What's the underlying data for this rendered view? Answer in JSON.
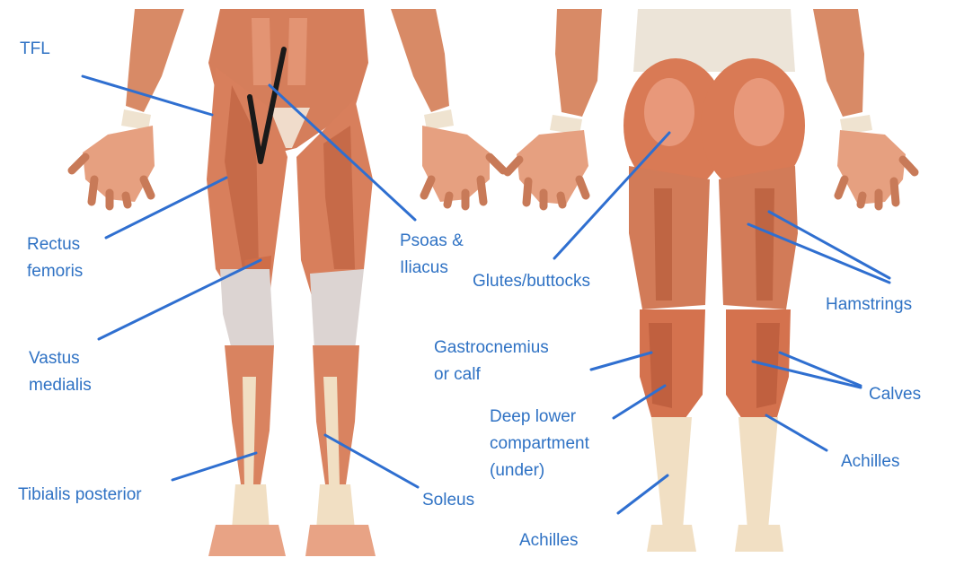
{
  "colors": {
    "muscle": "#d9805c",
    "muscle_dark": "#a9492e",
    "muscle_light": "#ee9f7b",
    "tendon": "#f3e0c4",
    "knee": "#dcd4d2",
    "label": "#2f72c4",
    "pointer_line": "#2f6fd0",
    "marker": "#1a1a1a"
  },
  "labels": {
    "tfl": "TFL",
    "rectus_femoris": [
      "Rectus",
      "femoris"
    ],
    "vastus_medialis": [
      "Vastus",
      "medialis"
    ],
    "tibialis_posterior": "Tibialis posterior",
    "psoas_iliacus": [
      "Psoas &",
      "Iliacus"
    ],
    "soleus": "Soleus",
    "glutes": "Glutes/buttocks",
    "hamstrings": "Hamstrings",
    "gastrocnemius": [
      "Gastrocnemius",
      "or calf"
    ],
    "deep_lower": [
      "Deep lower",
      "compartment",
      "(under)"
    ],
    "calves": "Calves",
    "achilles_right": "Achilles",
    "achilles_bottom": "Achilles"
  }
}
